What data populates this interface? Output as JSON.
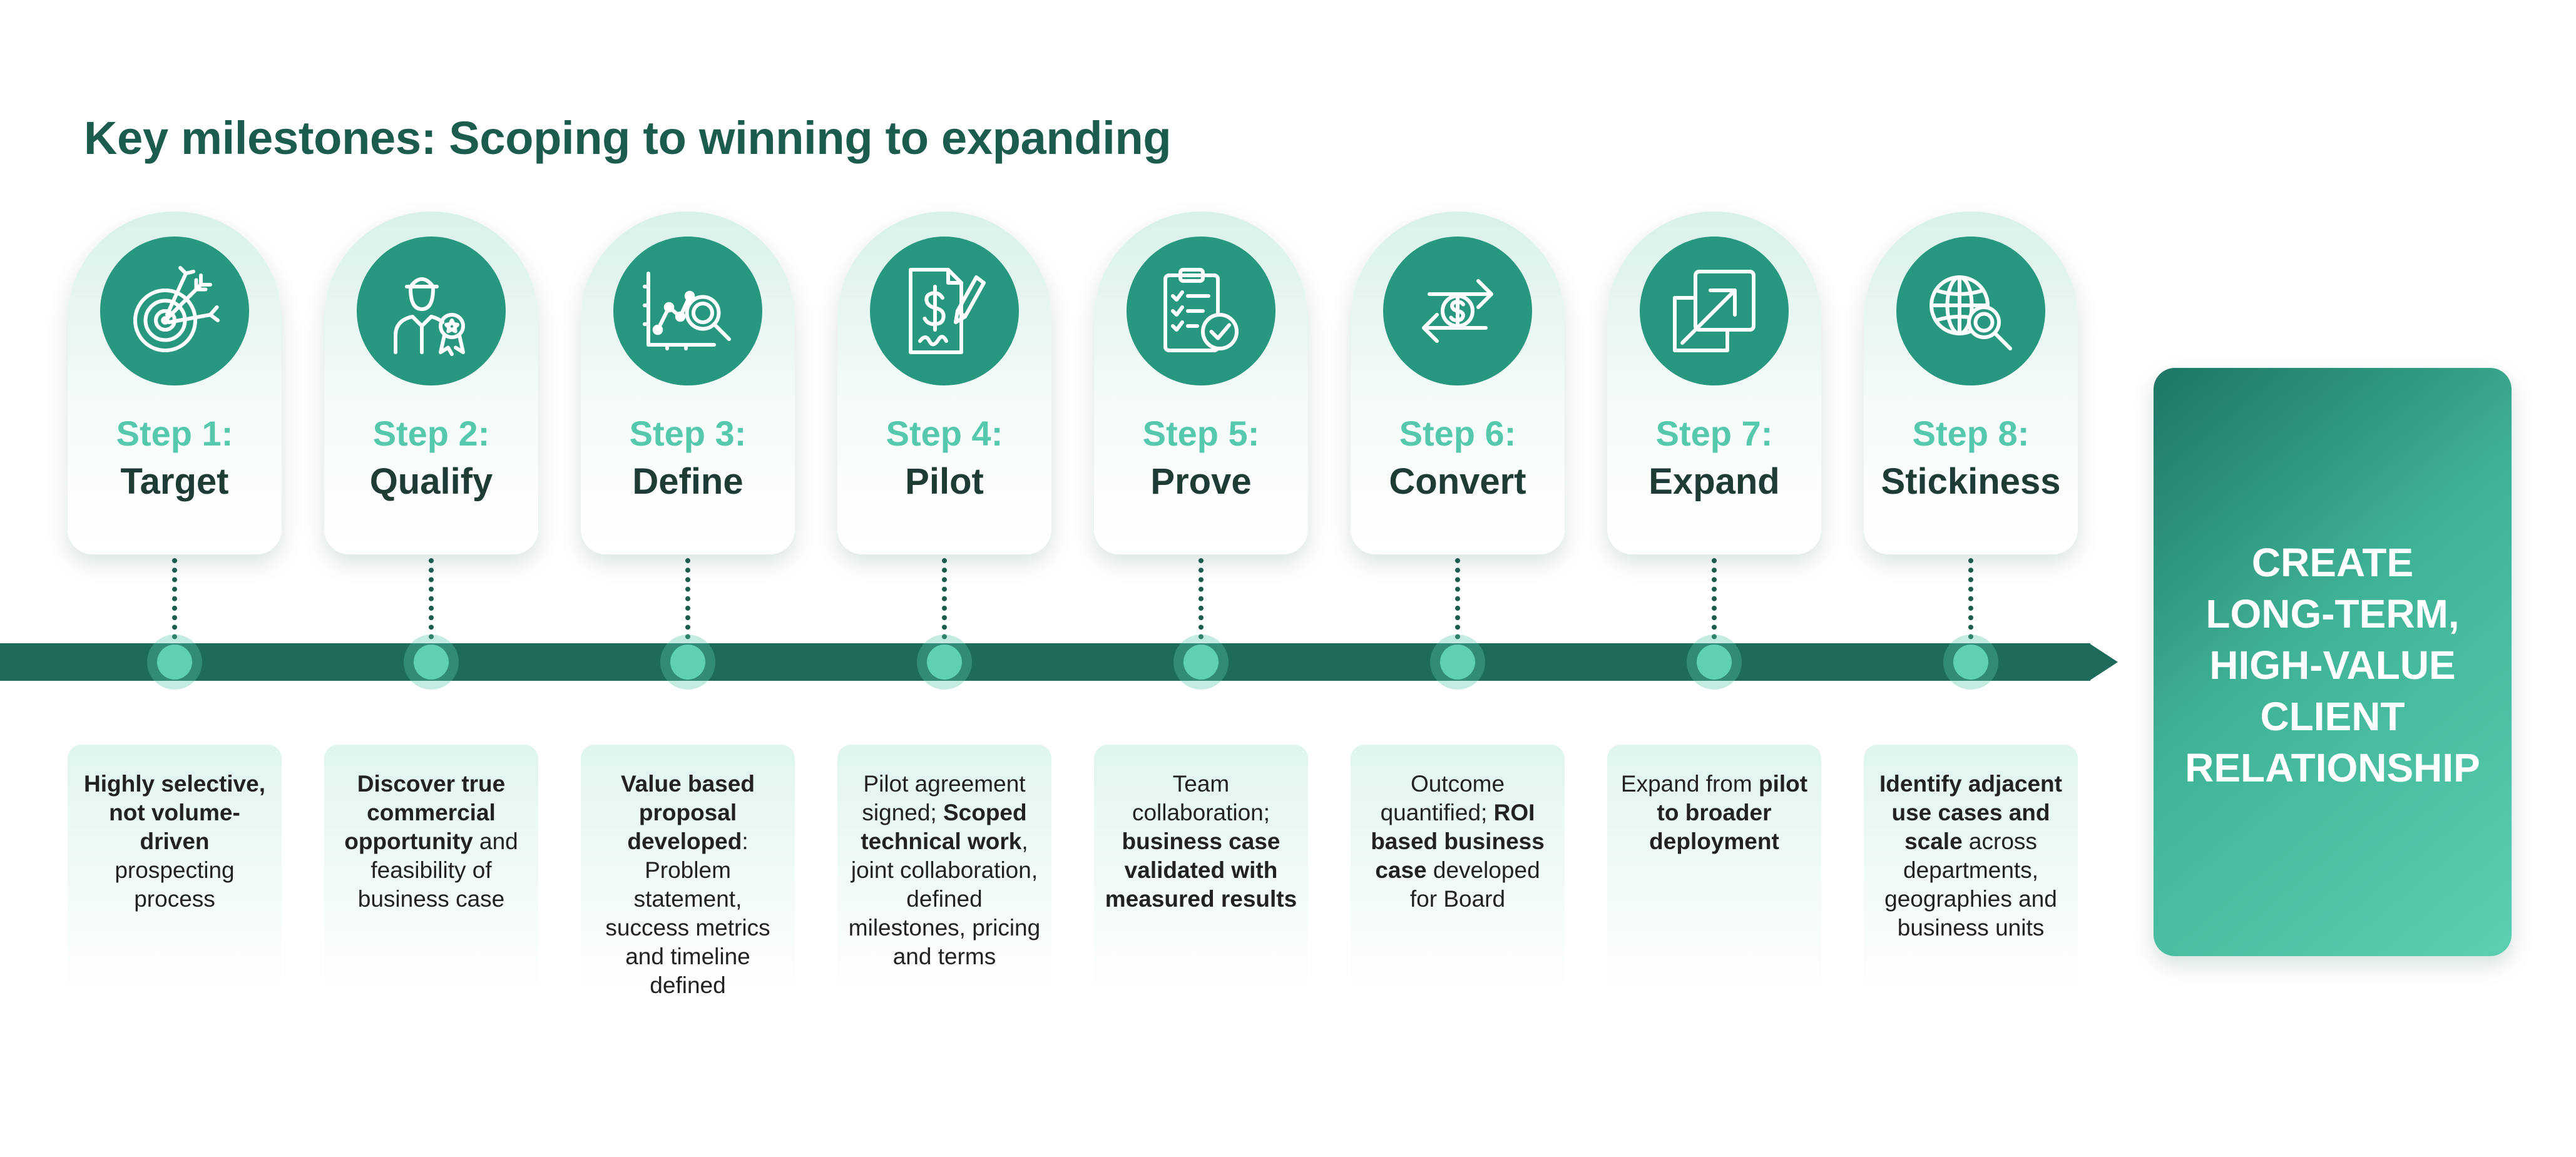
{
  "title": "Key milestones: Scoping to winning to expanding",
  "colors": {
    "primary_dark": "#1b5c4f",
    "timeline": "#1d6b5b",
    "icon_circle": "#27987f",
    "accent": "#55c8ad",
    "node": "#5fd0b3"
  },
  "steps": [
    {
      "number": "Step 1:",
      "name": "Target",
      "icon": "target-arrows-icon",
      "desc": [
        {
          "text": "Highly selective, not volume-driven",
          "bold": true
        },
        {
          "text": " prospecting process",
          "bold": false
        }
      ]
    },
    {
      "number": "Step 2:",
      "name": "Qualify",
      "icon": "person-award-icon",
      "desc": [
        {
          "text": "Discover true commercial opportunity",
          "bold": true
        },
        {
          "text": " and feasibility of business case",
          "bold": false
        }
      ]
    },
    {
      "number": "Step 3:",
      "name": "Define",
      "icon": "chart-magnifier-icon",
      "desc": [
        {
          "text": "Value based proposal developed",
          "bold": true
        },
        {
          "text": ": Problem statement, success metrics and timeline defined",
          "bold": false
        }
      ]
    },
    {
      "number": "Step 4:",
      "name": "Pilot",
      "icon": "contract-pen-icon",
      "desc": [
        {
          "text": "Pilot agreement signed; ",
          "bold": false
        },
        {
          "text": "Scoped technical work",
          "bold": true
        },
        {
          "text": ", joint collaboration, defined milestones, pricing and terms",
          "bold": false
        }
      ]
    },
    {
      "number": "Step 5:",
      "name": "Prove",
      "icon": "clipboard-check-icon",
      "desc": [
        {
          "text": "Team collaboration; ",
          "bold": false
        },
        {
          "text": "business case validated with measured results",
          "bold": true
        }
      ]
    },
    {
      "number": "Step 6:",
      "name": "Convert",
      "icon": "dollar-exchange-icon",
      "desc": [
        {
          "text": "Outcome quantified; ",
          "bold": false
        },
        {
          "text": "ROI based business case",
          "bold": true
        },
        {
          "text": " developed for Board",
          "bold": false
        }
      ]
    },
    {
      "number": "Step 7:",
      "name": "Expand",
      "icon": "expand-arrow-icon",
      "desc": [
        {
          "text": "Expand from ",
          "bold": false
        },
        {
          "text": "pilot to broader deployment",
          "bold": true
        }
      ]
    },
    {
      "number": "Step 8:",
      "name": "Stickiness",
      "icon": "globe-magnifier-icon",
      "desc": [
        {
          "text": "Identify adjacent use cases and scale",
          "bold": true
        },
        {
          "text": " across departments, geographies and business units",
          "bold": false
        }
      ]
    }
  ],
  "goal": {
    "lines": [
      "CREATE",
      "LONG-TERM,",
      "HIGH-VALUE",
      "CLIENT",
      "RELATIONSHIP"
    ]
  }
}
